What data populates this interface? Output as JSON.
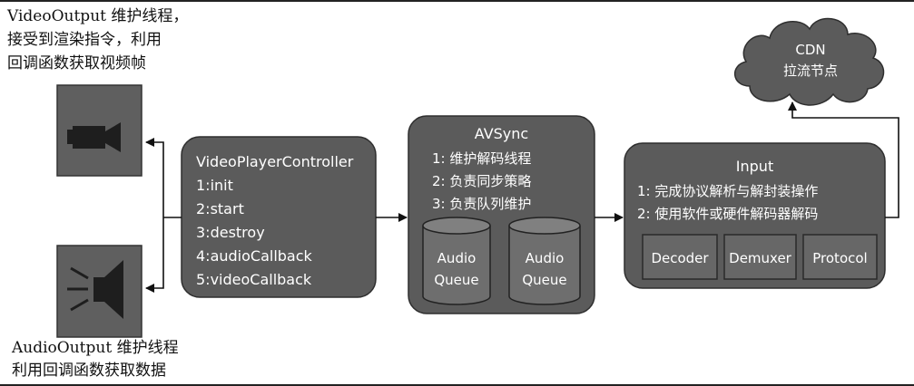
{
  "top_cut_text": "",
  "video_output": {
    "lines": [
      "VideoOutput 维护线程，",
      "接受到渲染指令，利用",
      "回调函数获取视频帧"
    ]
  },
  "audio_output": {
    "lines": [
      "AudioOutput 维护线程",
      "利用回调函数获取数据"
    ]
  },
  "controller": {
    "title": "VideoPlayerController",
    "items": [
      "1:init",
      "2:start",
      "3:destroy",
      "4:audioCallback",
      "5:videoCallback"
    ]
  },
  "avsync": {
    "title": "AVSync",
    "items": [
      "1: 维护解码线程",
      "2: 负责同步策略",
      "3: 负责队列维护"
    ],
    "queues": [
      {
        "line1": "Audio",
        "line2": "Queue"
      },
      {
        "line1": "Audio",
        "line2": "Queue"
      }
    ]
  },
  "input": {
    "title": "Input",
    "items": [
      "1: 完成协议解析与解封装操作",
      "2: 使用软件或硬件解码器解码"
    ],
    "modules": [
      "Decoder",
      "Demuxer",
      "Protocol"
    ]
  },
  "cdn": {
    "lines": [
      "CDN",
      "拉流节点"
    ]
  },
  "colors": {
    "box_fill": "#5b5b5b",
    "box_stroke": "#2e2e2e",
    "inner_box_fill": "#676767",
    "icon_panel": "#5f5f5f",
    "icon_dark": "#1e1e1e",
    "arrow": "#111111"
  }
}
